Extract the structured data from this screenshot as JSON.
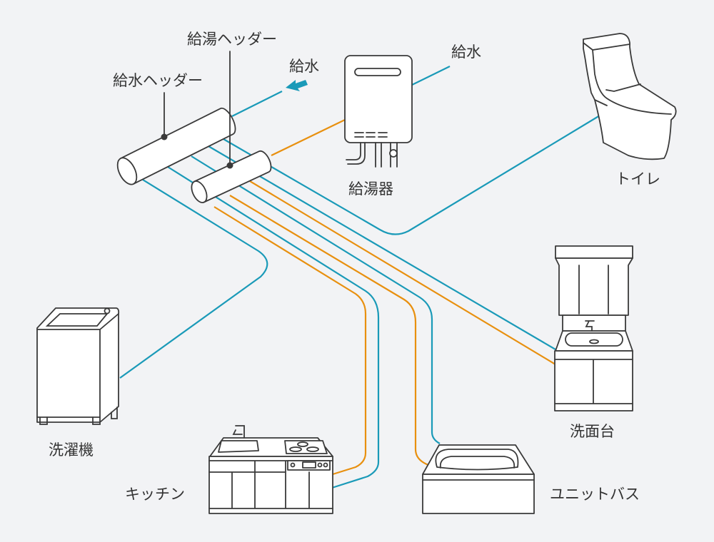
{
  "colors": {
    "cold_water": "#1a9ab8",
    "hot_water": "#e8900f",
    "background": "#f2f3f5",
    "outline": "#3a3a3a"
  },
  "labels": {
    "hot_water_header": "給湯ヘッダー",
    "cold_water_header": "給水ヘッダー",
    "water_supply_inlet": "給水",
    "water_supply_heater": "給水",
    "water_heater": "給湯器",
    "toilet": "トイレ",
    "washbasin": "洗面台",
    "washing_machine": "洗濯機",
    "kitchen": "キッチン",
    "unit_bath": "ユニットバス"
  },
  "icons": {
    "inlet_arrow": "arrow-down-left-icon"
  }
}
